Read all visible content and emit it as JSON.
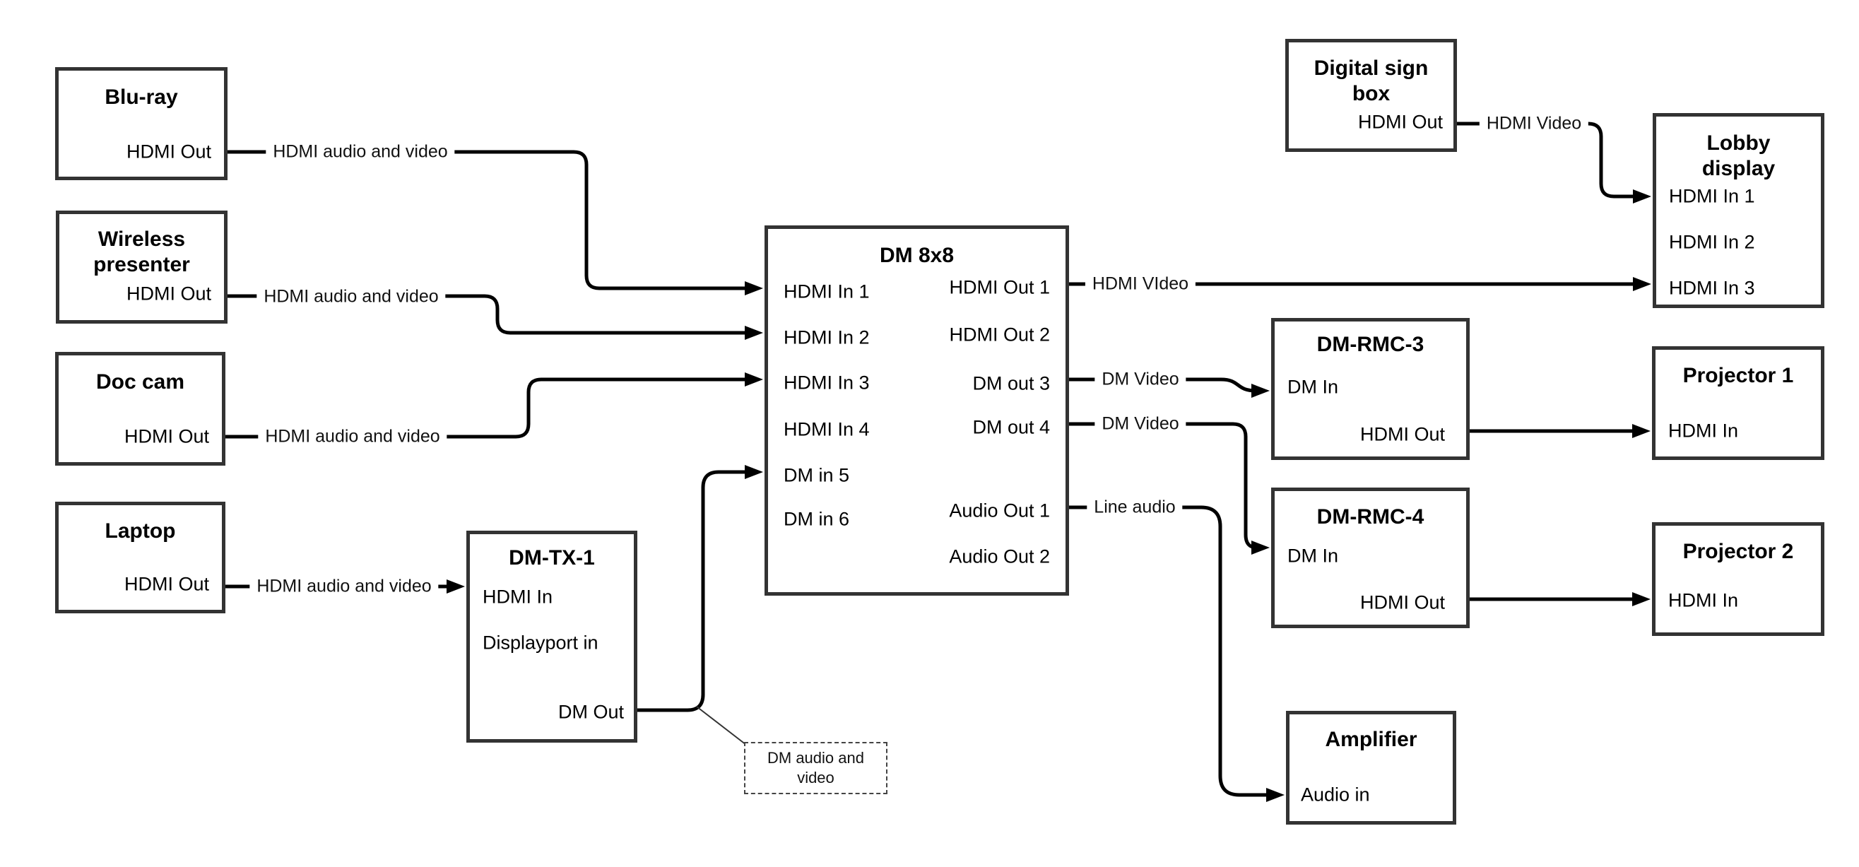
{
  "nodes": {
    "bluray": {
      "title": "Blu-ray",
      "ports": {
        "hdmi_out": "HDMI Out"
      }
    },
    "wireless_presenter": {
      "title": "Wireless\npresenter",
      "ports": {
        "hdmi_out": "HDMI Out"
      }
    },
    "doc_cam": {
      "title": "Doc cam",
      "ports": {
        "hdmi_out": "HDMI Out"
      }
    },
    "laptop": {
      "title": "Laptop",
      "ports": {
        "hdmi_out": "HDMI Out"
      }
    },
    "dm_tx_1": {
      "title": "DM-TX-1",
      "ports": {
        "hdmi_in": "HDMI In",
        "displayport_in": "Displayport in",
        "dm_out": "DM Out"
      }
    },
    "dm_8x8": {
      "title": "DM 8x8",
      "inputs": [
        "HDMI In 1",
        "HDMI In 2",
        "HDMI In 3",
        "HDMI In 4",
        "DM in 5",
        "DM in 6"
      ],
      "outputs": [
        "HDMI Out 1",
        "HDMI Out 2",
        "DM out 3",
        "DM out 4",
        "Audio Out 1",
        "Audio Out 2"
      ]
    },
    "digital_sign_box": {
      "title": "Digital sign\nbox",
      "ports": {
        "hdmi_out": "HDMI Out"
      }
    },
    "lobby_display": {
      "title": "Lobby\ndisplay",
      "inputs": [
        "HDMI In 1",
        "HDMI In 2",
        "HDMI In 3"
      ]
    },
    "dm_rmc_3": {
      "title": "DM-RMC-3",
      "ports": {
        "dm_in": "DM In",
        "hdmi_out": "HDMI Out"
      }
    },
    "projector_1": {
      "title": "Projector 1",
      "ports": {
        "hdmi_in": "HDMI In"
      }
    },
    "dm_rmc_4": {
      "title": "DM-RMC-4",
      "ports": {
        "dm_in": "DM In",
        "hdmi_out": "HDMI Out"
      }
    },
    "projector_2": {
      "title": "Projector 2",
      "ports": {
        "hdmi_in": "HDMI In"
      }
    },
    "amplifier": {
      "title": "Amplifier",
      "ports": {
        "audio_in": "Audio in"
      }
    }
  },
  "connection_labels": {
    "bluray_to_dm": "HDMI audio and video",
    "wireless_to_dm": "HDMI audio and video",
    "doccam_to_dm": "HDMI audio and video",
    "laptop_to_tx": "HDMI audio and video",
    "out1_to_lobby": "HDMI VIdeo",
    "sign_to_lobby": "HDMI Video",
    "out3_to_rmc3": "DM Video",
    "out4_to_rmc4": "DM Video",
    "audio1_to_amp": "Line audio",
    "callout": "DM audio and\nvideo"
  },
  "colors": {
    "background": "#ffffff",
    "line": "#000000",
    "box_border": "#333333",
    "text": "#000000"
  }
}
